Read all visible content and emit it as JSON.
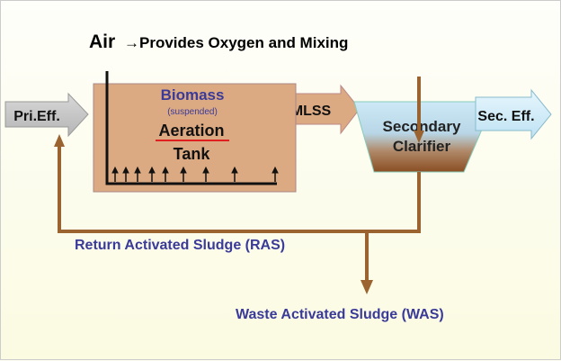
{
  "title": {
    "air": "Air",
    "rest": "→Provides Oxygen and Mixing"
  },
  "inflow": "Pri.Eff.",
  "tank": {
    "biomass": "Biomass",
    "suspended": "(suspended)",
    "aeration": "Aeration",
    "tank": "Tank"
  },
  "mlss": "MLSS",
  "clarifier": {
    "line1": "Secondary",
    "line2": "Clarifier"
  },
  "outflow": "Sec. Eff.",
  "ras": "Return Activated Sludge (RAS)",
  "was": "Waste Activated Sludge (WAS)",
  "colors": {
    "pipe": "#9a6330",
    "tank": "#dcaa82",
    "label_blue": "#3a3a99",
    "underline": "#e02020"
  }
}
